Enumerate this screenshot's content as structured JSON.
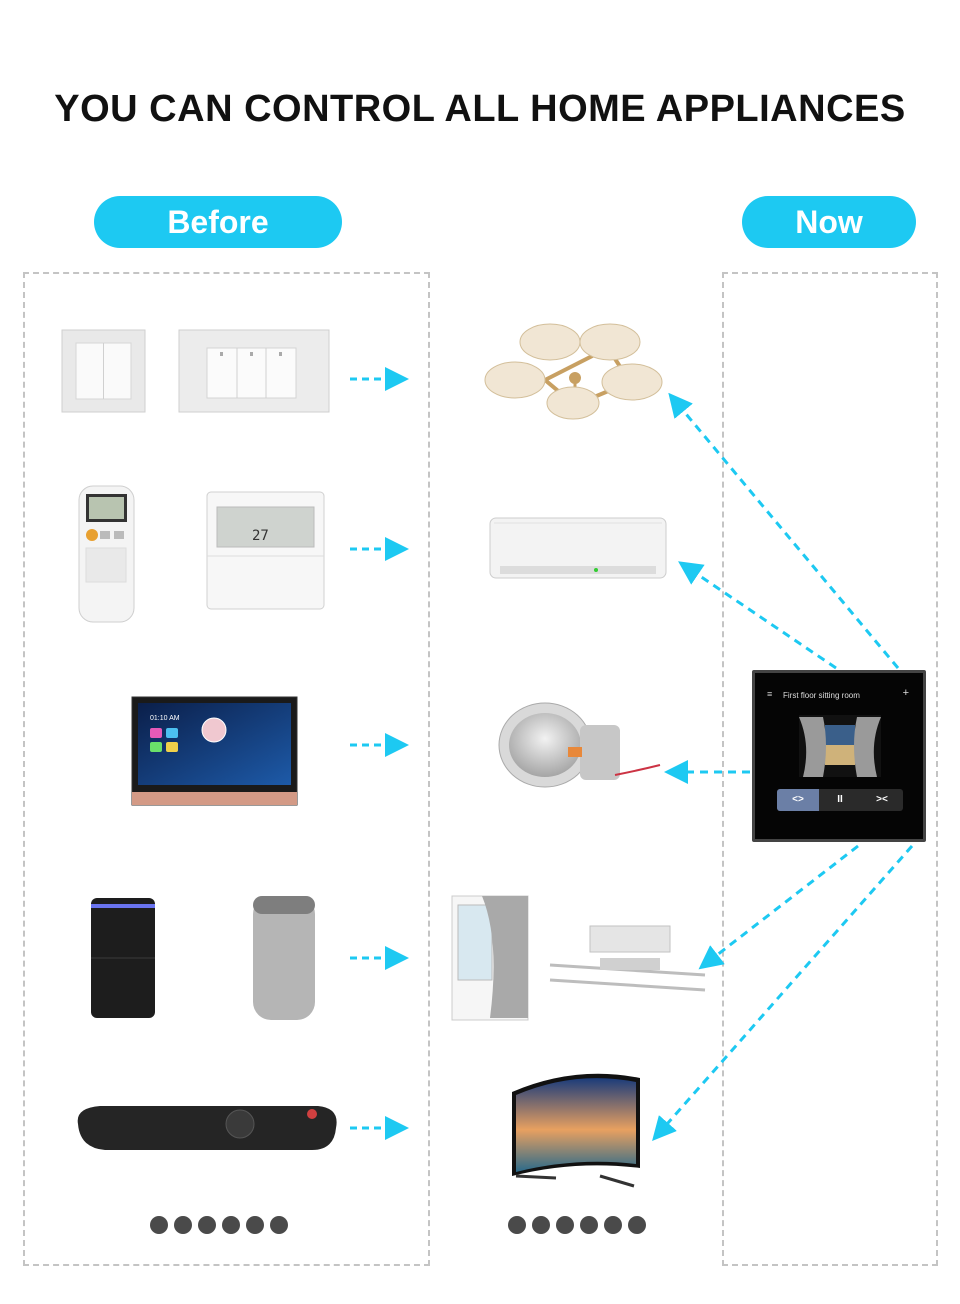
{
  "headline": "YOU CAN CONTROL ALL HOME APPLIANCES",
  "labels": {
    "before": "Before",
    "now": "Now"
  },
  "device": {
    "screen_title": "First floor sitting room",
    "menu_glyph": "≡",
    "plus_glyph": "+",
    "controls": [
      "<>",
      "II",
      "><"
    ]
  },
  "tablet": {
    "time": "01:10 AM"
  },
  "colors": {
    "accent": "#1dc9f2",
    "dots": "#4a4a4a",
    "border": "#c4c4c4"
  }
}
